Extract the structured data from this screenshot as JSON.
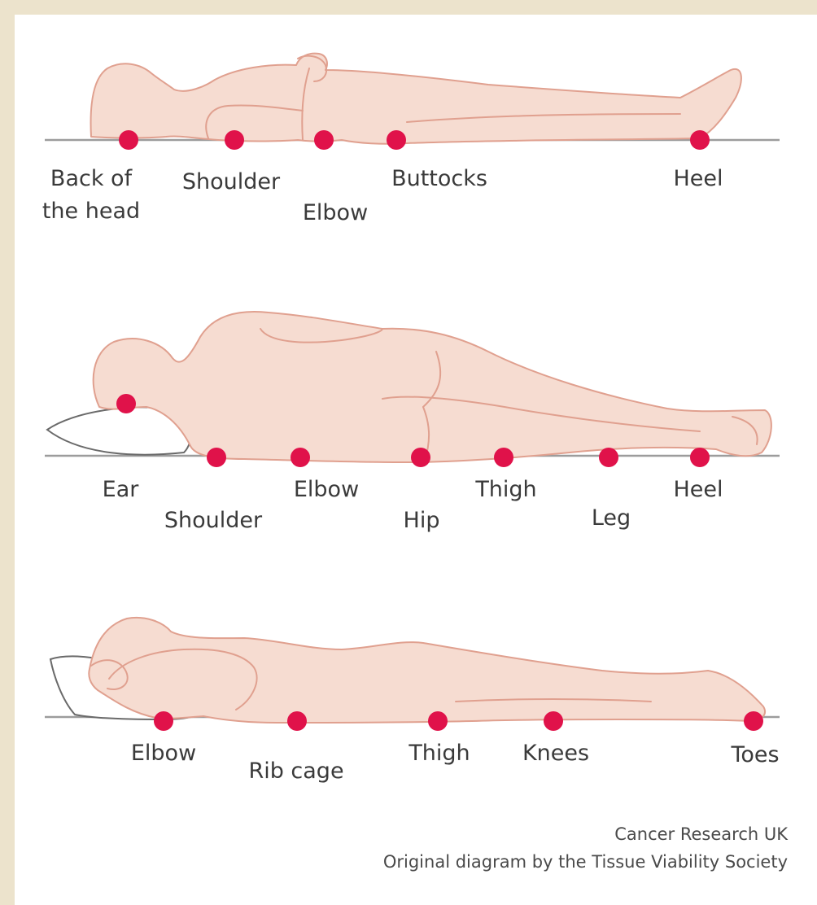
{
  "colors": {
    "background": "#ece3cc",
    "panel": "#ffffff",
    "skin": "#f6dcd1",
    "outline": "#e0a08f",
    "pressure_point": "#e0124a",
    "surface": "#9c9c9c",
    "text": "#3a3a3a"
  },
  "positions": [
    {
      "id": "supine",
      "labels": [
        {
          "lines": [
            "Back of",
            "the head"
          ]
        },
        {
          "lines": [
            "Shoulder"
          ]
        },
        {
          "lines": [
            "Elbow"
          ]
        },
        {
          "lines": [
            "Buttocks"
          ]
        },
        {
          "lines": [
            "Heel"
          ]
        }
      ]
    },
    {
      "id": "side",
      "labels": [
        {
          "lines": [
            "Ear"
          ]
        },
        {
          "lines": [
            "Shoulder"
          ]
        },
        {
          "lines": [
            "Elbow"
          ]
        },
        {
          "lines": [
            "Hip"
          ]
        },
        {
          "lines": [
            "Thigh"
          ]
        },
        {
          "lines": [
            "Leg"
          ]
        },
        {
          "lines": [
            "Heel"
          ]
        }
      ]
    },
    {
      "id": "prone",
      "labels": [
        {
          "lines": [
            "Elbow"
          ]
        },
        {
          "lines": [
            "Rib cage"
          ]
        },
        {
          "lines": [
            "Thigh"
          ]
        },
        {
          "lines": [
            "Knees"
          ]
        },
        {
          "lines": [
            "Toes"
          ]
        }
      ]
    }
  ],
  "credit": {
    "line1": "Cancer Research UK",
    "line2": "Original diagram by the Tissue Viability Society"
  }
}
